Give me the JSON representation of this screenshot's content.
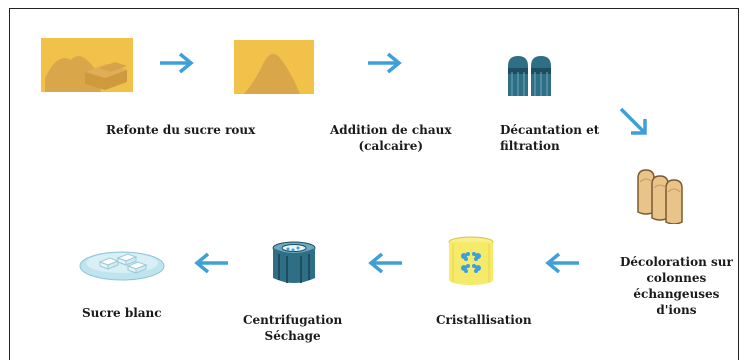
{
  "colors": {
    "sugar_bg": "#f2c14a",
    "sugar_pile": "#d9a64a",
    "arrow": "#3f9fd7",
    "tank": "#2f6f86",
    "tank_dark": "#1f4d60",
    "column": "#e9c48a",
    "crystal_bg": "#f5ea6a",
    "crystal": "#3aa0e0",
    "white_sugar": "#bfe4ef"
  },
  "steps": [
    {
      "id": "refonte",
      "icon": "raw-sugar-melting-icon",
      "lines": [
        "Refonte du sucre roux"
      ]
    },
    {
      "id": "chaux",
      "icon": "lime-pile-icon",
      "lines": [
        "Addition de chaux",
        "(calcaire)"
      ]
    },
    {
      "id": "decantation",
      "icon": "decantation-tanks-icon",
      "lines": [
        "Décantation et",
        "filtration"
      ]
    },
    {
      "id": "decoloration",
      "icon": "ion-exchange-columns-icon",
      "lines": [
        "Décoloration sur",
        "colonnes",
        "échangeuses",
        "d'ions"
      ]
    },
    {
      "id": "cristallisation",
      "icon": "crystallizer-icon",
      "lines": [
        "Cristallisation"
      ]
    },
    {
      "id": "centrifugation",
      "icon": "centrifuge-icon",
      "lines": [
        "Centrifugation",
        "Séchage"
      ]
    },
    {
      "id": "sucre-blanc",
      "icon": "white-sugar-cubes-icon",
      "lines": [
        "Sucre blanc"
      ]
    }
  ]
}
